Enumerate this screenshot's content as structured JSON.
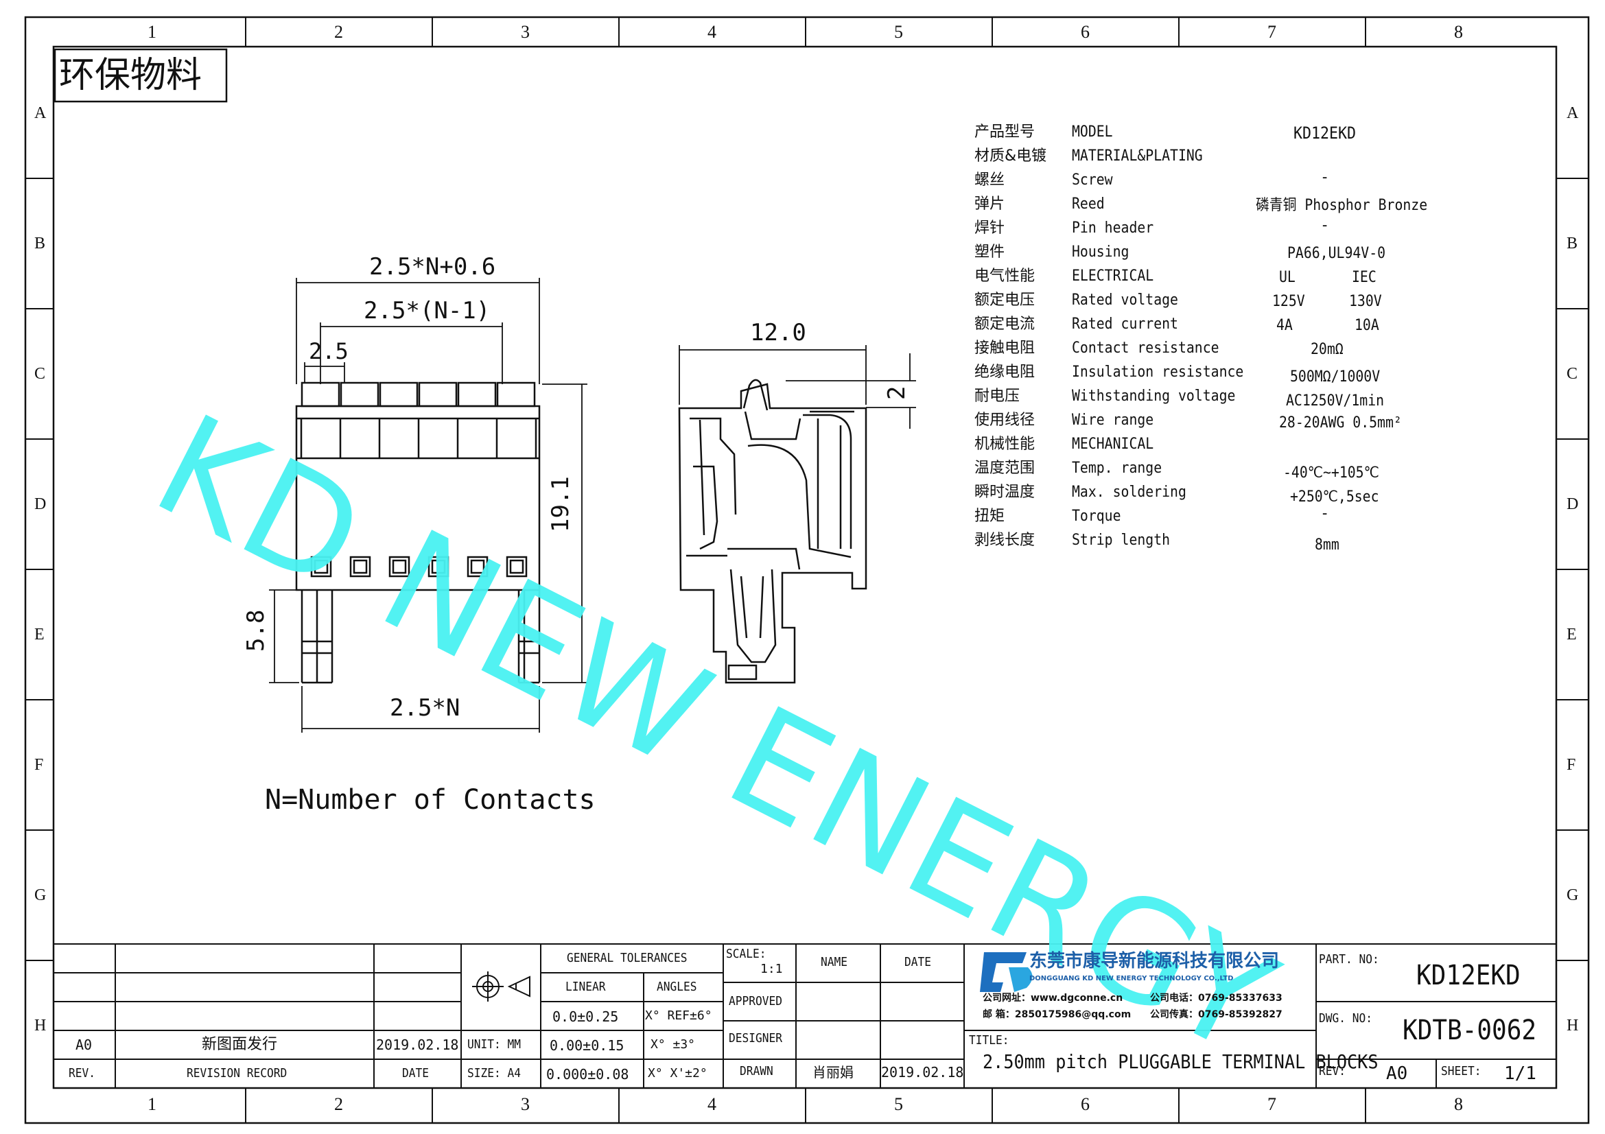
{
  "stamp": "环保物料",
  "grid": {
    "columns": [
      "1",
      "2",
      "3",
      "4",
      "5",
      "6",
      "7",
      "8"
    ],
    "rows": [
      "A",
      "B",
      "C",
      "D",
      "E",
      "F",
      "G",
      "H"
    ]
  },
  "watermark": "KD NEW ENERGY",
  "dims": {
    "overall": "2.5*N+0.6",
    "pitch_span": "2.5*(N-1)",
    "pitch": "2.5",
    "height": "19.1",
    "pin": "5.8",
    "base": "2.5*N",
    "side_width": "12.0",
    "side_top": "2"
  },
  "note": "N=Number of Contacts",
  "specs": [
    {
      "cn": "产品型号",
      "en": "MODEL",
      "v1": "KD12EKD",
      "v2": ""
    },
    {
      "cn": "材质&电镀",
      "en": "MATERIAL&PLATING",
      "v1": "",
      "v2": ""
    },
    {
      "cn": "螺丝",
      "en": "Screw",
      "v1": "-",
      "v2": ""
    },
    {
      "cn": "弹片",
      "en": "Reed",
      "v1": "磷青铜 Phosphor Bronze",
      "v2": ""
    },
    {
      "cn": "焊针",
      "en": "Pin header",
      "v1": "-",
      "v2": ""
    },
    {
      "cn": "塑件",
      "en": "Housing",
      "v1": "PA66,UL94V-0",
      "v2": ""
    },
    {
      "cn": "电气性能",
      "en": "ELECTRICAL",
      "v1": "UL",
      "v2": "IEC"
    },
    {
      "cn": "额定电压",
      "en": "Rated voltage",
      "v1": "125V",
      "v2": "130V"
    },
    {
      "cn": "额定电流",
      "en": "Rated current",
      "v1": "4A",
      "v2": "10A"
    },
    {
      "cn": "接触电阻",
      "en": "Contact resistance",
      "v1": "20mΩ",
      "v2": ""
    },
    {
      "cn": "绝缘电阻",
      "en": "Insulation resistance",
      "v1": "500MΩ/1000V",
      "v2": ""
    },
    {
      "cn": "耐电压",
      "en": "Withstanding voltage",
      "v1": "AC1250V/1min",
      "v2": ""
    },
    {
      "cn": "使用线径",
      "en": "Wire range",
      "v1": "28-20AWG 0.5mm²",
      "v2": ""
    },
    {
      "cn": "机械性能",
      "en": "MECHANICAL",
      "v1": "",
      "v2": ""
    },
    {
      "cn": "温度范围",
      "en": "Temp. range",
      "v1": "-40℃~+105℃",
      "v2": ""
    },
    {
      "cn": "瞬时温度",
      "en": "Max. soldering",
      "v1": "+250℃,5sec",
      "v2": ""
    },
    {
      "cn": "扭矩",
      "en": "Torque",
      "v1": "-",
      "v2": ""
    },
    {
      "cn": "剥线长度",
      "en": "Strip length",
      "v1": "8mm",
      "v2": ""
    }
  ],
  "revision": {
    "rev": "A0",
    "record": "新图面发行",
    "date": "2019.02.18",
    "h_rev": "REV.",
    "h_record": "REVISION RECORD",
    "h_date": "DATE"
  },
  "unit": {
    "label": "UNIT: MM",
    "size": "SIZE: A4"
  },
  "tolerances": {
    "title": "GENERAL TOLERANCES",
    "linear": "LINEAR",
    "angles": "ANGLES",
    "l1": "0.0±0.25",
    "l2": "0.00±0.15",
    "l3": "0.000±0.08",
    "a1": "X° REF±6°",
    "a2": "X° ±3°",
    "a3": "X° X'±2°"
  },
  "signoff": {
    "scale_label": "SCALE:",
    "scale": "1:1",
    "name": "NAME",
    "date": "DATE",
    "approved": "APPROVED",
    "designer": "DESIGNER",
    "drawn": "DRAWN",
    "drawn_name": "肖丽娟",
    "drawn_date": "2019.02.18"
  },
  "company": {
    "cn": "东莞市康导新能源科技有限公司",
    "en": "DONGGUANG KD NEW ENERGY TECHNOLOGY CO.,LTD",
    "web": "公司网址：www.dgconne.cn",
    "tel": "公司电话：0769-85337633",
    "mail": "邮    箱：2850175986@qq.com",
    "fax": "公司传真：0769-85392827"
  },
  "title_block": {
    "title_label": "TITLE:",
    "title": "2.50mm pitch PLUGGABLE TERMINAL BLOCKS",
    "part_label": "PART. NO:",
    "part": "KD12EKD",
    "dwg_label": "DWG. NO:",
    "dwg": "KDTB-0062",
    "rev_label": "REV:",
    "rev": "A0",
    "sheet_label": "SHEET:",
    "sheet": "1/1"
  }
}
